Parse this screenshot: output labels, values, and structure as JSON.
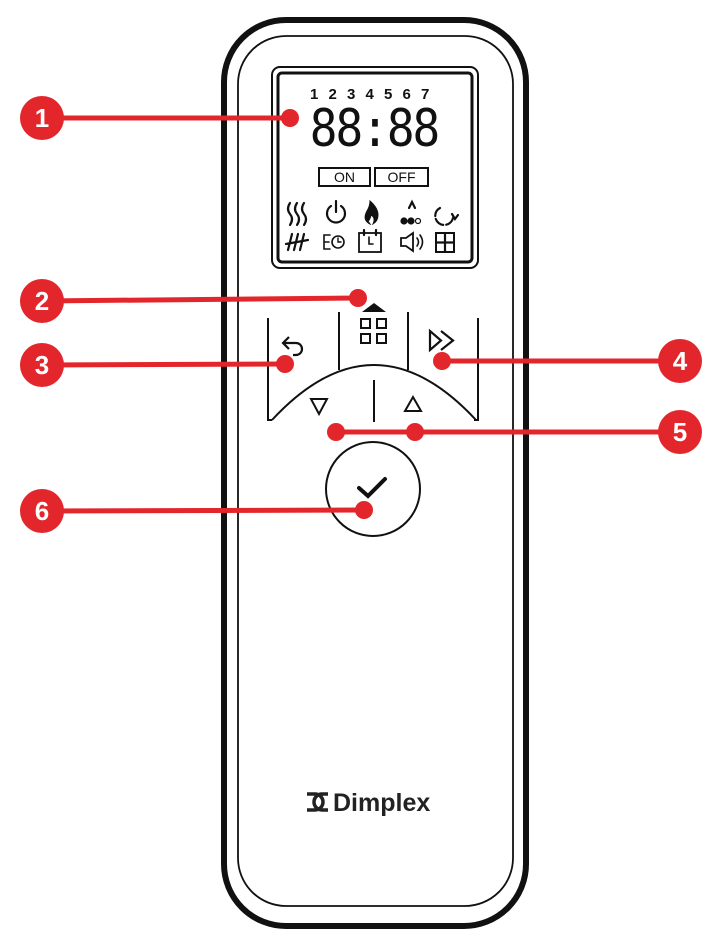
{
  "lcd": {
    "days": "1 2 3 4 5 6 7",
    "clock": "88:88",
    "on_label": "ON",
    "off_label": "OFF",
    "icons_row1": [
      "heat-icon",
      "power-icon",
      "flame-icon",
      "flame-level-icon",
      "cycle-icon"
    ],
    "icons_row2": [
      "comb-icon",
      "eco-timer-icon",
      "calendar-clock-icon",
      "speaker-icon",
      "window-icon"
    ]
  },
  "buttons": [
    "back",
    "home-menu",
    "fast-forward",
    "down",
    "up",
    "confirm"
  ],
  "brand": {
    "name": "Dimplex",
    "logo_mark": "DC"
  },
  "callouts": [
    "1",
    "2",
    "3",
    "4",
    "5",
    "6"
  ],
  "colors": {
    "callout": "#e3262b",
    "outline": "#111111"
  }
}
